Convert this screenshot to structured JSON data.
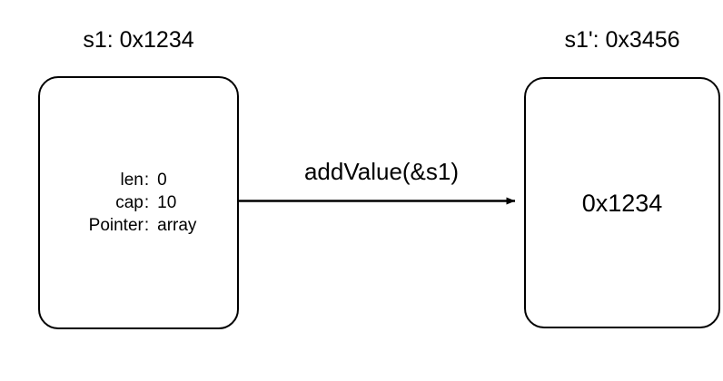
{
  "diagram": {
    "type": "memory-pointer-diagram",
    "background_color": "#ffffff",
    "stroke_color": "#000000",
    "nodes": [
      {
        "id": "s1",
        "title": "s1: 0x1234",
        "shape": "rounded-rectangle",
        "fields": [
          {
            "key": "len",
            "colon": ":",
            "value": "0"
          },
          {
            "key": "cap",
            "colon": ":",
            "value": "10"
          },
          {
            "key": "Pointer",
            "colon": ":",
            "value": "array"
          }
        ]
      },
      {
        "id": "s1-prime",
        "title": "s1': 0x3456",
        "shape": "rounded-rectangle",
        "value": "0x1234"
      }
    ],
    "edges": [
      {
        "id": "call-edge",
        "label": "addValue(&s1)",
        "from": "s1",
        "to": "s1-prime",
        "arrowhead": "filled-triangle",
        "direction": "right"
      }
    ]
  }
}
